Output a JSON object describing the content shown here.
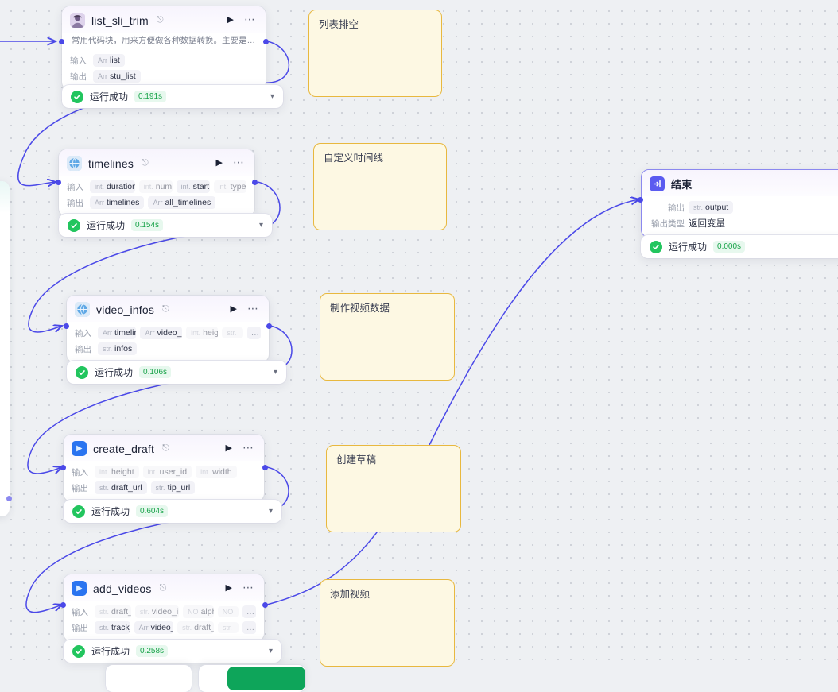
{
  "app": {
    "canvas_name": "workflow-canvas"
  },
  "nodes": [
    {
      "id": "list_sli_trim",
      "title": "list_sli_trim",
      "icon": "avatar-icon",
      "badge_icon": "plugin-icon",
      "description": "常用代码块，用来方便做各种数据转换。主要是提取列表和列…",
      "inputs_label": "输入",
      "outputs_label": "输出",
      "inputs": [
        {
          "type": "Arr",
          "name": "list"
        }
      ],
      "outputs": [
        {
          "type": "Arr",
          "name": "stu_list"
        }
      ],
      "run_button": "play-icon",
      "more_button": "more-icon",
      "status": {
        "icon": "success-check-icon",
        "text": "运行成功",
        "time": "0.191s",
        "chevron": "chevron-down-icon"
      }
    },
    {
      "id": "timelines",
      "title": "timelines",
      "icon": "globe-icon",
      "badge_icon": "plugin-icon",
      "description": "",
      "inputs_label": "输入",
      "outputs_label": "输出",
      "inputs": [
        {
          "type": "int.",
          "name": "duration"
        },
        {
          "type": "int.",
          "name": "num"
        },
        {
          "type": "int.",
          "name": "start"
        },
        {
          "type": "int.",
          "name": "type"
        }
      ],
      "outputs": [
        {
          "type": "Arr",
          "name": "timelines"
        },
        {
          "type": "Arr",
          "name": "all_timelines"
        }
      ],
      "run_button": "play-icon",
      "more_button": "more-icon",
      "status": {
        "icon": "success-check-icon",
        "text": "运行成功",
        "time": "0.154s",
        "chevron": "chevron-down-icon"
      }
    },
    {
      "id": "video_infos",
      "title": "video_infos",
      "icon": "globe-icon",
      "badge_icon": "plugin-icon",
      "description": "",
      "inputs_label": "输入",
      "outputs_label": "输出",
      "inputs": [
        {
          "type": "Arr",
          "name": "timelines"
        },
        {
          "type": "Arr",
          "name": "video_urls"
        },
        {
          "type": "int.",
          "name": "height"
        },
        {
          "type": "str.",
          "name": ""
        }
      ],
      "outputs": [
        {
          "type": "str.",
          "name": "infos"
        }
      ],
      "overflow": "…",
      "run_button": "play-icon",
      "more_button": "more-icon",
      "status": {
        "icon": "success-check-icon",
        "text": "运行成功",
        "time": "0.106s",
        "chevron": "chevron-down-icon"
      }
    },
    {
      "id": "create_draft",
      "title": "create_draft",
      "icon": "jianying-icon",
      "badge_icon": "plugin-icon",
      "description": "",
      "inputs_label": "输入",
      "outputs_label": "输出",
      "inputs": [
        {
          "type": "int.",
          "name": "height"
        },
        {
          "type": "int.",
          "name": "user_id"
        },
        {
          "type": "int.",
          "name": "width"
        }
      ],
      "outputs": [
        {
          "type": "str.",
          "name": "draft_url"
        },
        {
          "type": "str.",
          "name": "tip_url"
        }
      ],
      "run_button": "play-icon",
      "more_button": "more-icon",
      "status": {
        "icon": "success-check-icon",
        "text": "运行成功",
        "time": "0.604s",
        "chevron": "chevron-down-icon"
      }
    },
    {
      "id": "add_videos",
      "title": "add_videos",
      "icon": "jianying-icon",
      "badge_icon": "plugin-icon",
      "description": "",
      "inputs_label": "输入",
      "outputs_label": "输出",
      "inputs": [
        {
          "type": "str.",
          "name": "draft_url"
        },
        {
          "type": "str.",
          "name": "video_infos"
        },
        {
          "type": "NO",
          "name": "alpha"
        },
        {
          "type": "NO",
          "name": ""
        }
      ],
      "outputs": [
        {
          "type": "str.",
          "name": "track_id"
        },
        {
          "type": "Arr",
          "name": "video_ids"
        },
        {
          "type": "str.",
          "name": "draft_url"
        },
        {
          "type": "str.",
          "name": ""
        }
      ],
      "overflow": "…",
      "run_button": "play-icon",
      "more_button": "more-icon",
      "status": {
        "icon": "success-check-icon",
        "text": "运行成功",
        "time": "0.258s",
        "chevron": "chevron-down-icon"
      }
    }
  ],
  "end_node": {
    "id": "end",
    "title": "结束",
    "icon": "end-arrow-icon",
    "output_label": "输出",
    "output": {
      "type": "str.",
      "name": "output"
    },
    "output_type_label": "输出类型",
    "output_type_value": "返回变量",
    "status": {
      "icon": "success-check-icon",
      "text": "运行成功",
      "time": "0.000s",
      "chevron": "chevron-down-icon"
    }
  },
  "notes": [
    {
      "id": "note-1",
      "text": "列表排空"
    },
    {
      "id": "note-2",
      "text": "自定义时间线"
    },
    {
      "id": "note-3",
      "text": "制作视频数据"
    },
    {
      "id": "note-4",
      "text": "创建草稿"
    },
    {
      "id": "note-5",
      "text": "添加视频"
    }
  ],
  "colors": {
    "edge": "#4b49e8",
    "note_border": "#e8b83f",
    "note_fill": "#fdf8e3",
    "success": "#22c55e",
    "canvas": "#eef0f3"
  }
}
